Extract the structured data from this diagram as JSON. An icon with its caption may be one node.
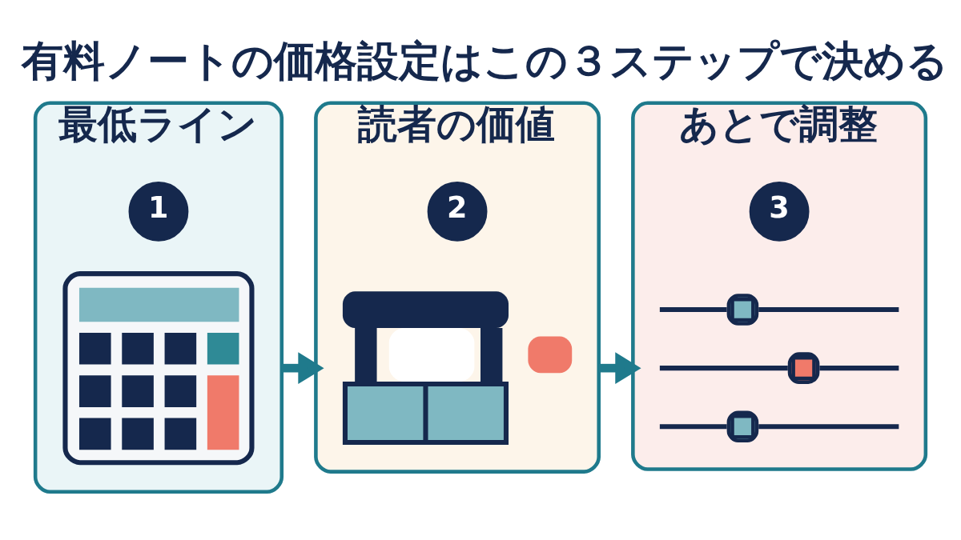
{
  "diagram": {
    "title": "有料ノートの価格設定はこの３ステップで決める",
    "nodes": [
      {
        "text": [
          "最低ライン"
        ]
      },
      {
        "text": [
          "1"
        ],
        "in": 0
      },
      {
        "text": [],
        "shape": "picture",
        "in": 0
      },
      {
        "text": [
          "読者の価値"
        ]
      },
      {
        "text": [
          "2"
        ],
        "in": 3
      },
      {
        "text": [],
        "shape": "picture",
        "in": 3
      },
      {
        "text": [
          "あとで調整"
        ]
      },
      {
        "text": [
          "3"
        ],
        "in": 6
      },
      {
        "text": [],
        "shape": "picture",
        "in": 6
      }
    ],
    "edges": [
      {
        "from": 0,
        "to": 3,
        "arrow": "to"
      },
      {
        "from": 3,
        "to": 6,
        "arrow": "to"
      }
    ]
  }
}
